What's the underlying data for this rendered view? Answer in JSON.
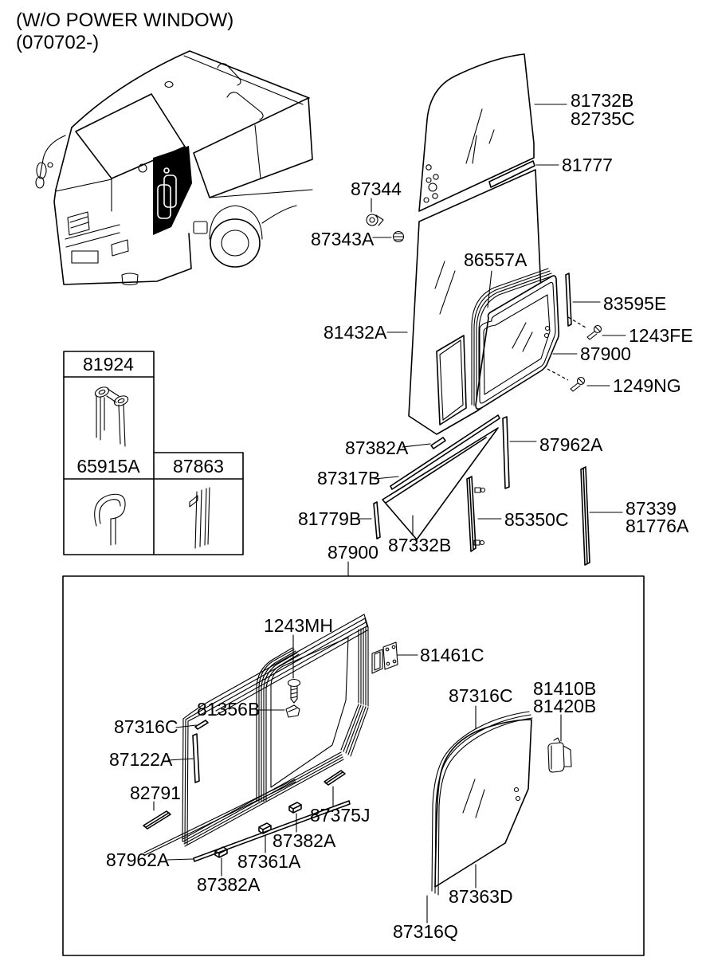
{
  "diagram": {
    "title_line1": "(W/O POWER WINDOW)",
    "title_line2": "(070702-)"
  },
  "callouts": {
    "81732B": "81732B",
    "82735C": "82735C",
    "81777": "81777",
    "87344": "87344",
    "87343A": "87343A",
    "86557A": "86557A",
    "81432A": "81432A",
    "83595E": "83595E",
    "1243FE": "1243FE",
    "87900": "87900",
    "1249NG": "1249NG",
    "87382A": "87382A",
    "87962A": "87962A",
    "87317B": "87317B",
    "81779B": "81779B",
    "87332B": "87332B",
    "85350C": "85350C",
    "87339": "87339",
    "81776A": "81776A",
    "1243MH": "1243MH",
    "81461C": "81461C",
    "87316C": "87316C",
    "81356B": "81356B",
    "87122A": "87122A",
    "82791": "82791",
    "87375J": "87375J",
    "87361A": "87361A",
    "87363D": "87363D",
    "87316Q": "87316Q",
    "81410B": "81410B",
    "81420B": "81420B"
  },
  "reference_table": {
    "cell_81924": "81924",
    "cell_65915A": "65915A",
    "cell_87863": "87863"
  },
  "colors": {
    "line": "#000000",
    "background": "#ffffff"
  }
}
